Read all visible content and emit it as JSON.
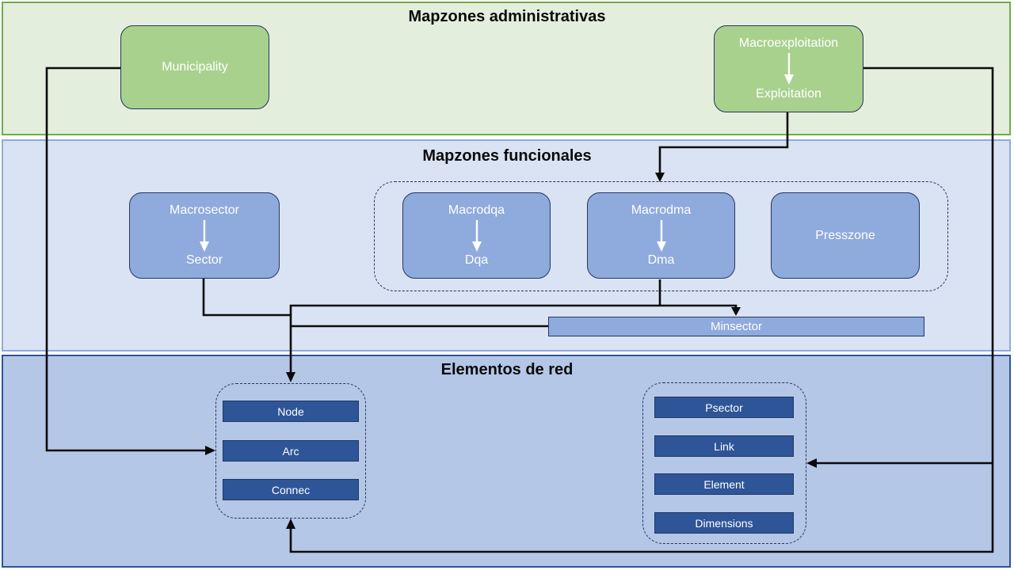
{
  "diagram": {
    "bands": {
      "administrative": {
        "title": "Mapzones administrativas"
      },
      "functional": {
        "title": "Mapzones funcionales"
      },
      "network": {
        "title": "Elementos de red"
      }
    },
    "nodes": {
      "municipality": {
        "label": "Municipality"
      },
      "macroexploitation": {
        "top_label": "Macroexploitation",
        "bottom_label": "Exploitation"
      },
      "macrosector": {
        "top_label": "Macrosector",
        "bottom_label": "Sector"
      },
      "macrodqa": {
        "top_label": "Macrodqa",
        "bottom_label": "Dqa"
      },
      "macrodma": {
        "top_label": "Macrodma",
        "bottom_label": "Dma"
      },
      "presszone": {
        "label": "Presszone"
      },
      "minsector": {
        "label": "Minsector"
      }
    },
    "network_elements": {
      "left_group": {
        "items": [
          "Node",
          "Arc",
          "Connec"
        ]
      },
      "right_group": {
        "items": [
          "Psector",
          "Link",
          "Element",
          "Dimensions"
        ]
      }
    },
    "colors": {
      "band_admin_fill": "#e3efdc",
      "band_admin_border": "#70ad47",
      "band_functional_fill": "#dae3f3",
      "band_functional_border": "#8faadc",
      "band_network_fill": "#b4c7e7",
      "band_network_border": "#2f5597",
      "green_node_fill": "#a9d18e",
      "blue_node_fill": "#8faadc",
      "dark_bar_fill": "#2e5597",
      "node_border": "#26365e",
      "connector": "#0b0b0b",
      "node_label_text": "#ffffff",
      "title_text": "#0a0a0a"
    }
  }
}
